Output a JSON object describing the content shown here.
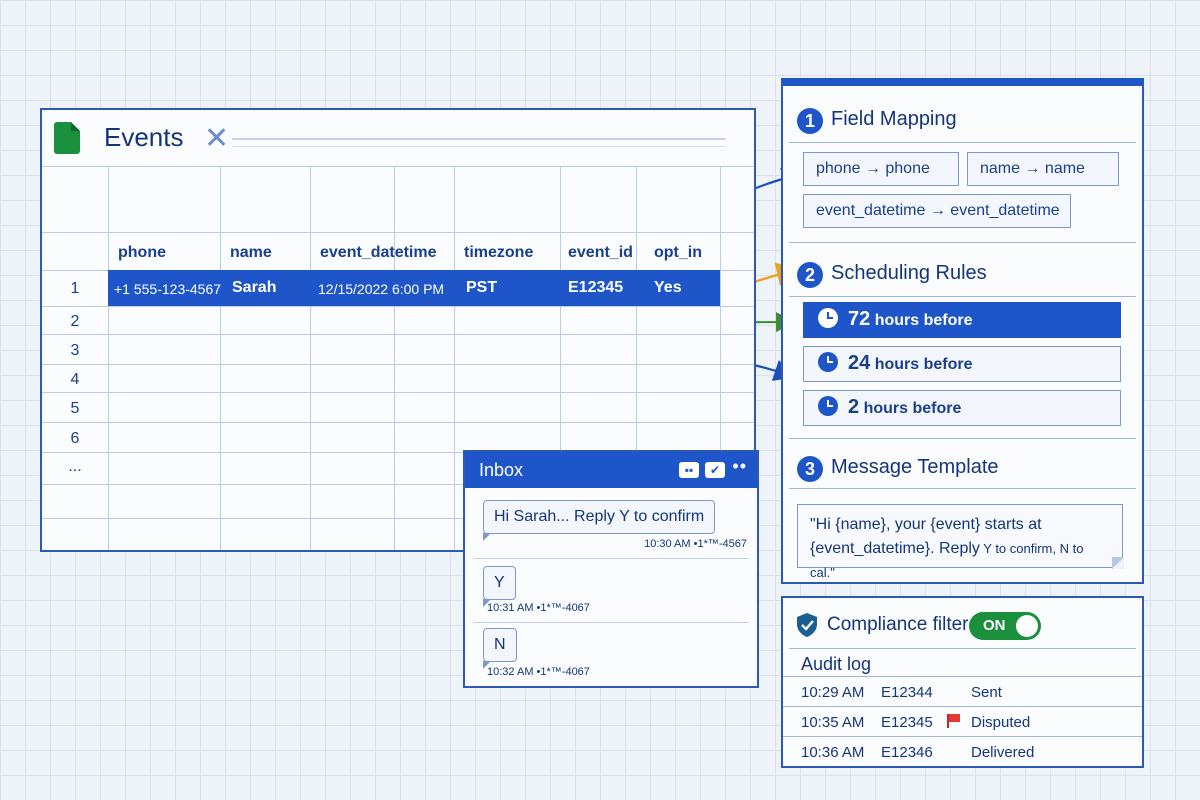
{
  "sheet": {
    "title": "Events",
    "columns": [
      "phone",
      "name",
      "event_datetime",
      "timezone",
      "event_id",
      "opt_in"
    ],
    "row_numbers": [
      "1",
      "2",
      "3",
      "4",
      "5",
      "6",
      "..."
    ],
    "selected_row": {
      "phone": "+1 555-123-4567",
      "name": "Sarah",
      "event_datetime": "12/15/2022 6:00 PM",
      "timezone": "PST",
      "event_id": "E12345",
      "opt_in": "Yes"
    }
  },
  "config": {
    "step1": {
      "num": "1",
      "title": "Field Mapping"
    },
    "mappings": [
      "phone → phone",
      "name → name",
      "event_datetime → event_datetime"
    ],
    "step2": {
      "num": "2",
      "title": "Scheduling Rules"
    },
    "rules": [
      {
        "num": "72",
        "text": "hours before",
        "active": true
      },
      {
        "num": "24",
        "text": "hours before",
        "active": false
      },
      {
        "num": "2",
        "text": "hours before",
        "active": false
      }
    ],
    "step3": {
      "num": "3",
      "title": "Message Template"
    },
    "template": {
      "line1": "\"Hi {name}, your {event} starts at",
      "line2_main": "{event_datetime}. Reply",
      "line2_small": " Y to confirm, N to cal.\""
    }
  },
  "compliance": {
    "title": "Compliance filter",
    "toggle_label": "ON",
    "audit_title": "Audit log",
    "log": [
      {
        "time": "10:29 AM",
        "id": "E12344",
        "status": "Sent",
        "flag": false
      },
      {
        "time": "10:35 AM",
        "id": "E12345",
        "status": "Disputed",
        "flag": true
      },
      {
        "time": "10:36 AM",
        "id": "E12346",
        "status": "Delivered",
        "flag": false
      }
    ]
  },
  "inbox": {
    "title": "Inbox",
    "messages": [
      {
        "text": "Hi Sarah... Reply Y to confirm",
        "meta": "10:30 AM •1*™-4567"
      },
      {
        "text": "Y",
        "meta": "10:31 AM •1*™-4067"
      },
      {
        "text": "N",
        "meta": "10:32 AM •1*™-4067"
      }
    ]
  },
  "colors": {
    "primary": "#1e55c8",
    "border": "#2d58b5",
    "sheets_green": "#1a8f3c",
    "arrow_orange": "#e8a317",
    "arrow_green": "#3e8f2a",
    "flag_red": "#e53935"
  },
  "icons": [
    "sheets-doc-icon",
    "close-icon",
    "clock-icon",
    "shield-check-icon",
    "flag-icon",
    "minimize-icon",
    "check-icon",
    "more-icon"
  ]
}
